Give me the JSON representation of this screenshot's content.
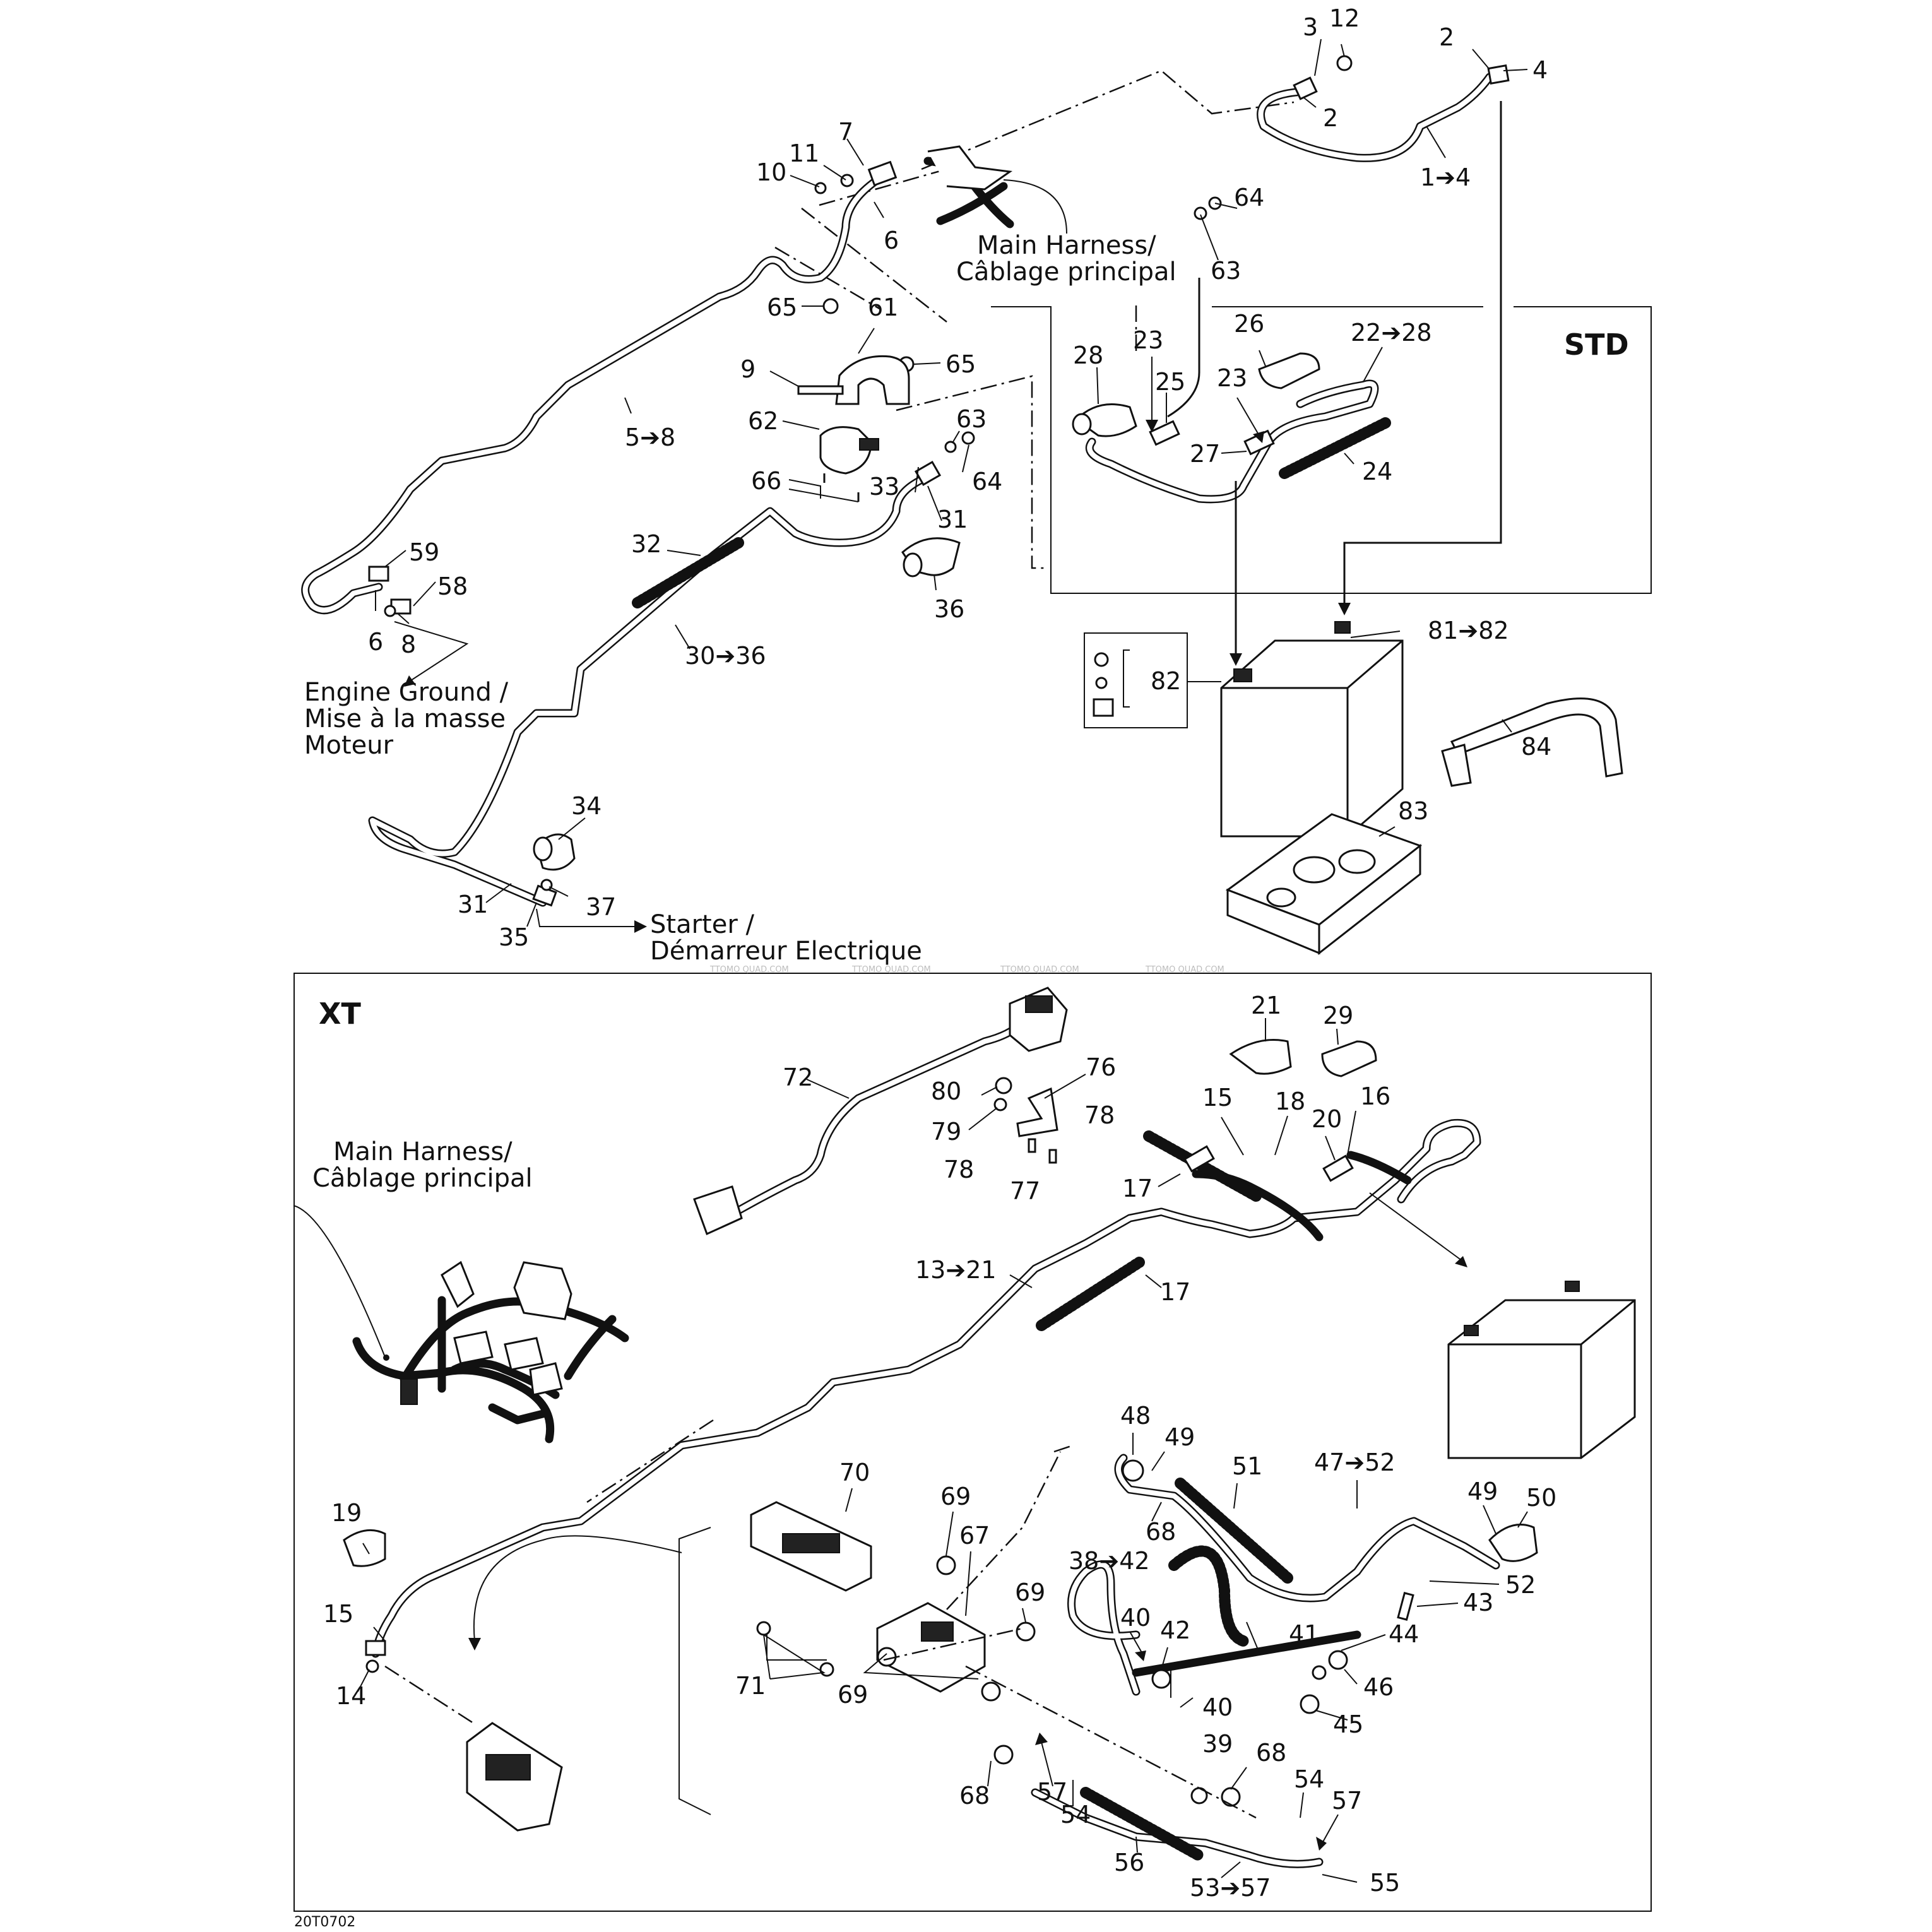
{
  "figure_code": "20T0702",
  "watermark": "TTOMO QUAD.COM",
  "sections": {
    "std": "STD",
    "xt": "XT"
  },
  "notes": {
    "main_harness_top_1": "Main Harness/",
    "main_harness_top_2": "Câblage principal",
    "engine_ground_1": "Engine Ground /",
    "engine_ground_2": "Mise à la masse",
    "engine_ground_3": "Moteur",
    "starter_1": "Starter /",
    "starter_2": "Démarreur Electrique",
    "main_harness_xt_1": "Main Harness/",
    "main_harness_xt_2": "Câblage principal"
  },
  "callouts": {
    "top": [
      "3",
      "12",
      "2",
      "4",
      "2",
      "1➔4",
      "7",
      "11",
      "10",
      "6",
      "64",
      "63",
      "65",
      "61",
      "9",
      "65",
      "62",
      "63",
      "64",
      "33",
      "66",
      "31",
      "5➔8",
      "32",
      "36",
      "30➔36",
      "59",
      "58",
      "6",
      "8",
      "34",
      "31",
      "37",
      "35"
    ],
    "std": [
      "28",
      "23",
      "25",
      "26",
      "23",
      "22➔28",
      "27",
      "24"
    ],
    "battery": [
      "81➔82",
      "82",
      "84",
      "83"
    ],
    "xt": [
      "21",
      "29",
      "72",
      "76",
      "80",
      "79",
      "78",
      "78",
      "77",
      "15",
      "18",
      "16",
      "20",
      "17",
      "13➔21",
      "17",
      "48",
      "49",
      "51",
      "47➔52",
      "49",
      "50",
      "70",
      "69",
      "67",
      "68",
      "52",
      "19",
      "38➔42",
      "69",
      "43",
      "40",
      "42",
      "41",
      "44",
      "15",
      "46",
      "71",
      "69",
      "40",
      "45",
      "14",
      "39",
      "68",
      "57",
      "68",
      "54",
      "54",
      "57",
      "56",
      "53➔57",
      "55"
    ]
  }
}
